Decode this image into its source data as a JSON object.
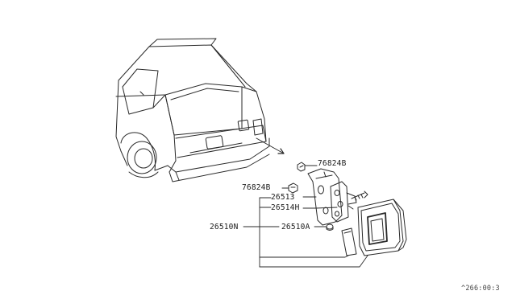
{
  "diagram": {
    "part_labels": {
      "clip_upper": "76824B",
      "clip_left": "76824B",
      "bracket": "26513",
      "socket": "26514H",
      "lens": "26510A",
      "lamp_assembly": "26510N"
    },
    "figure_code": "^266:00:3"
  }
}
